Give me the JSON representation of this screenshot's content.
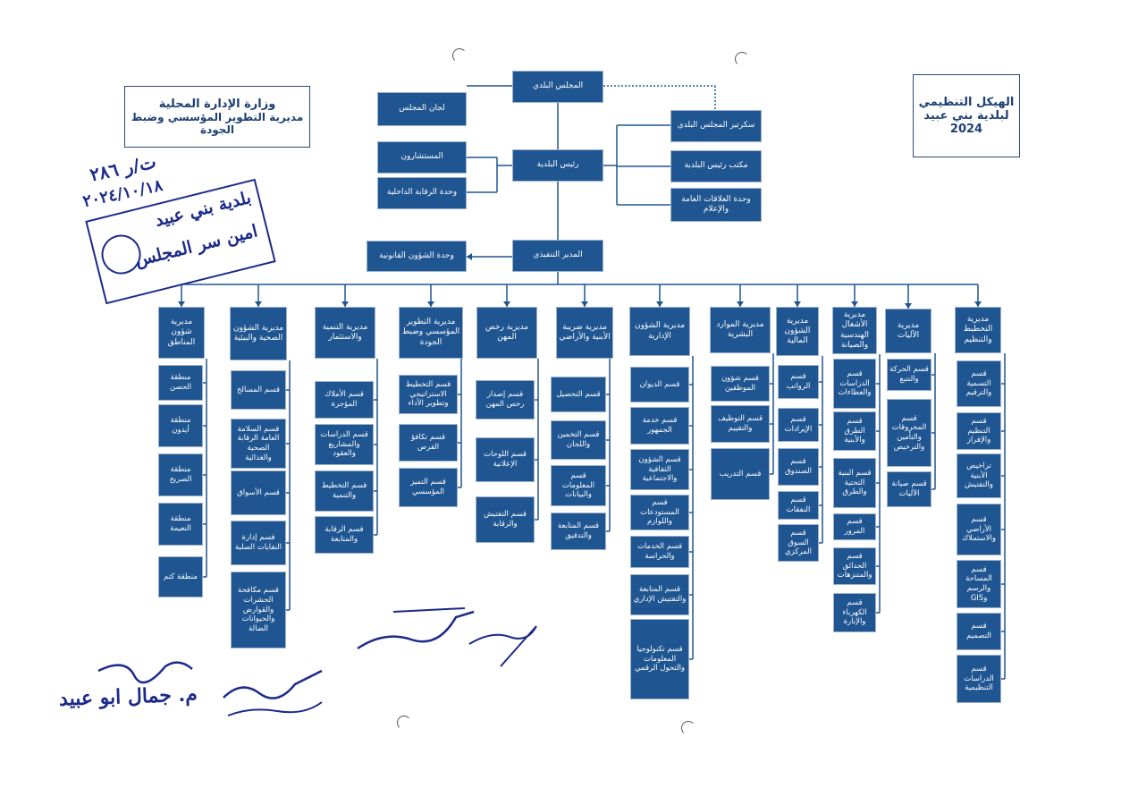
{
  "ministry": {
    "line1": "وزارة الإدارة المحلية",
    "line2": "مديرية التطوير المؤسسي وضبط",
    "line3": "الجودة"
  },
  "title": {
    "line1": "الهيكل التنظيمي",
    "line2": "لبلدية بني عبيد",
    "year": "2024"
  },
  "top": {
    "council": "المجلس البلدي",
    "committees": "لجان المجلس",
    "council_secretary": "سكرتير المجلس البلدي",
    "mayor": "رئيس البلدية",
    "advisors": "المستشارون",
    "internal_audit": "وحدة الرقابة الداخلية",
    "mayor_office": "مكتب رئيس البلدية",
    "pr_unit": "وحدة العلاقات العامة والإعلام",
    "exec_director": "المدير التنفيذي",
    "legal_unit": "وحدة الشؤون القانونية"
  },
  "directorates": [
    {
      "name": "مديرية التخطيط والتنظيم",
      "sections": [
        "قسم التسمية والترقيم",
        "قسم التنظيم والإفراز",
        "تراخيص الأبنية والتفتيش",
        "قسم الأراضي والاستملاك",
        "قسم المساحة والرسم وGIS",
        "قسم التصميم",
        "قسم الدراسات التنظيمية"
      ]
    },
    {
      "name": "مديرية الآليات",
      "sections": [
        "قسم الحركة والتتبع",
        "قسم المحروقات والتأمين والترخيص",
        "قسم صيانة الآليات"
      ]
    },
    {
      "name": "مديرية الأشغال الهندسية والصيانة",
      "sections": [
        "قسم الدراسات والعطاءات",
        "قسم الطرق والأبنية",
        "قسم البنية التحتية والطرق",
        "قسم المرور",
        "قسم الحدائق والمتنزهات",
        "قسم الكهرباء والإنارة"
      ]
    },
    {
      "name": "مديرية الشؤون المالية",
      "sections": [
        "قسم الرواتب",
        "قسم الإيرادات",
        "قسم الصندوق",
        "قسم النفقات",
        "قسم السوق المركزي"
      ]
    },
    {
      "name": "مديرية الموارد البشرية",
      "sections": [
        "قسم شؤون الموظفين",
        "قسم التوظيف والتقييم",
        "قسم التدريب"
      ]
    },
    {
      "name": "مديرية الشؤون الإدارية",
      "sections": [
        "قسم الديوان",
        "قسم خدمة الجمهور",
        "قسم الشؤون الثقافية والاجتماعية",
        "قسم المستودعات واللوازم",
        "قسم الخدمات والحراسة",
        "قسم المتابعة والتفتيش الإداري",
        "قسم تكنولوجيا المعلومات والتحول الرقمي"
      ]
    },
    {
      "name": "مديرية ضريبة الأبنية والأراضي",
      "sections": [
        "قسم التحصيل",
        "قسم التخمين واللجان",
        "قسم المعلومات والبيانات",
        "قسم المتابعة والتدقيق"
      ]
    },
    {
      "name": "مديرية رخص المهن",
      "sections": [
        "قسم إصدار رخص المهن",
        "قسم اللوحات الإعلانية",
        "قسم التفتيش والرقابة"
      ]
    },
    {
      "name": "مديرية التطوير المؤسسي وضبط الجودة",
      "sections": [
        "قسم التخطيط الاستراتيجي وتطوير الأداء",
        "قسم تكافؤ الفرص",
        "قسم التميز المؤسسي"
      ]
    },
    {
      "name": "مديرية التنمية والاستثمار",
      "sections": [
        "قسم الأملاك المؤجرة",
        "قسم الدراسات والمشاريع والعقود",
        "قسم التخطيط والتنمية",
        "قسم الرقابة والمتابعة"
      ]
    },
    {
      "name": "مديرية الشؤون الصحية والبيئية",
      "sections": [
        "قسم المسالخ",
        "قسم السلامة العامة الرقابة الصحية والغذائية",
        "قسم الأسواق",
        "قسم إدارة النفايات الصلبة",
        "قسم مكافحة الحشرات والقوارض والحيوانات الضالة"
      ]
    },
    {
      "name": "مديرية شؤون المناطق",
      "sections": [
        "منطقة الحصن",
        "منطقة أيدون",
        "منطقة الصريح",
        "منطقة النعيمة",
        "منطقة كتم"
      ]
    }
  ],
  "handwriting": {
    "ref_line1": "ت/ر ٢٨٦",
    "ref_date": "٢٠٢٤/١٠/١٨",
    "stamp_line1": "بلدية بني عبيد",
    "stamp_line2": "امين سر المجلس",
    "sig_name": "م. جمال ابو عبيد"
  },
  "colors": {
    "box": "#1f5591",
    "line": "#1f5591",
    "ink": "#1b2a8a"
  }
}
